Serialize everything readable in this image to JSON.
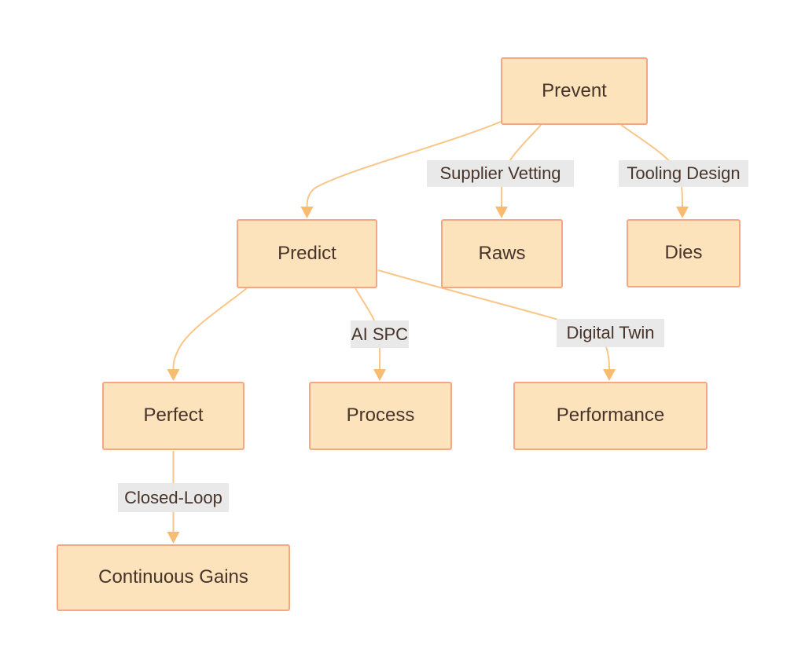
{
  "diagram": {
    "type": "flowchart",
    "direction": "top-down",
    "background": "#ffffff"
  },
  "nodes": {
    "prevent": "Prevent",
    "predict": "Predict",
    "raws": "Raws",
    "dies": "Dies",
    "perfect": "Perfect",
    "process": "Process",
    "performance": "Performance",
    "continuous_gains": "Continuous Gains"
  },
  "edge_labels": {
    "supplier_vetting": "Supplier Vetting",
    "tooling_design": "Tooling Design",
    "ai_spc": "AI SPC",
    "digital_twin": "Digital Twin",
    "closed_loop": "Closed-Loop"
  },
  "edges": [
    {
      "from": "Prevent",
      "to": "Predict",
      "label": ""
    },
    {
      "from": "Prevent",
      "to": "Raws",
      "label": "Supplier Vetting"
    },
    {
      "from": "Prevent",
      "to": "Dies",
      "label": "Tooling Design"
    },
    {
      "from": "Predict",
      "to": "Perfect",
      "label": ""
    },
    {
      "from": "Predict",
      "to": "Process",
      "label": "AI SPC"
    },
    {
      "from": "Predict",
      "to": "Performance",
      "label": "Digital Twin"
    },
    {
      "from": "Perfect",
      "to": "Continuous Gains",
      "label": "Closed-Loop"
    }
  ],
  "colors": {
    "node_fill": "#fce3bc",
    "node_border": "#f5a784",
    "edge_line": "#f9c688",
    "arrowhead": "#f7bc70",
    "edge_label_bg": "#e8e8e8",
    "text": "#47342a",
    "background": "#ffffff"
  }
}
